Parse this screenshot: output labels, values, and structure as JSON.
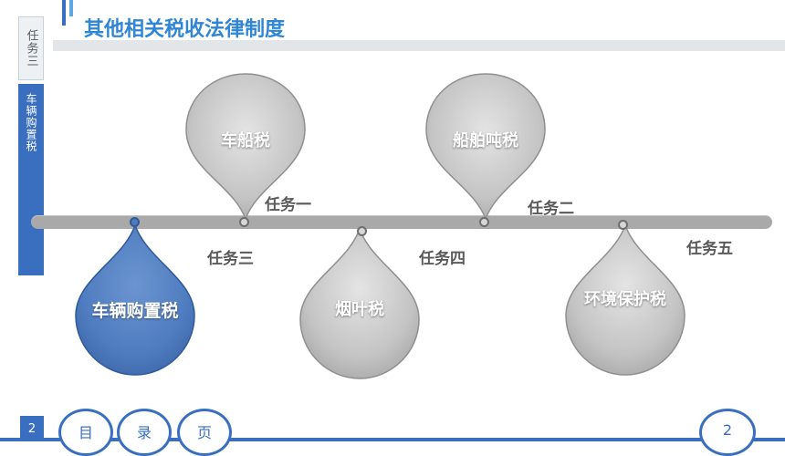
{
  "sidebar": {
    "task_tab": "任务三",
    "topic_tab": "车辆购置税"
  },
  "header": {
    "title": "其他相关税收法律制度"
  },
  "timeline": {
    "drops_up": [
      {
        "label": "车船税"
      },
      {
        "label": "船舶吨税"
      }
    ],
    "drops_down": [
      {
        "label": "车辆购置税"
      },
      {
        "label": "烟叶税"
      },
      {
        "label": "环境保护税"
      }
    ],
    "task_labels": [
      "任务一",
      "任务二",
      "任务三",
      "任务四",
      "任务五"
    ]
  },
  "footer": {
    "page_left": "2",
    "nav": [
      "目",
      "录",
      "页"
    ],
    "page_right": "2"
  },
  "colors": {
    "accent_blue": "#3a6fc0",
    "title_blue": "#2f86d6",
    "gray_drop": "#b9b9b9",
    "blue_drop": "#4d7bbd"
  }
}
